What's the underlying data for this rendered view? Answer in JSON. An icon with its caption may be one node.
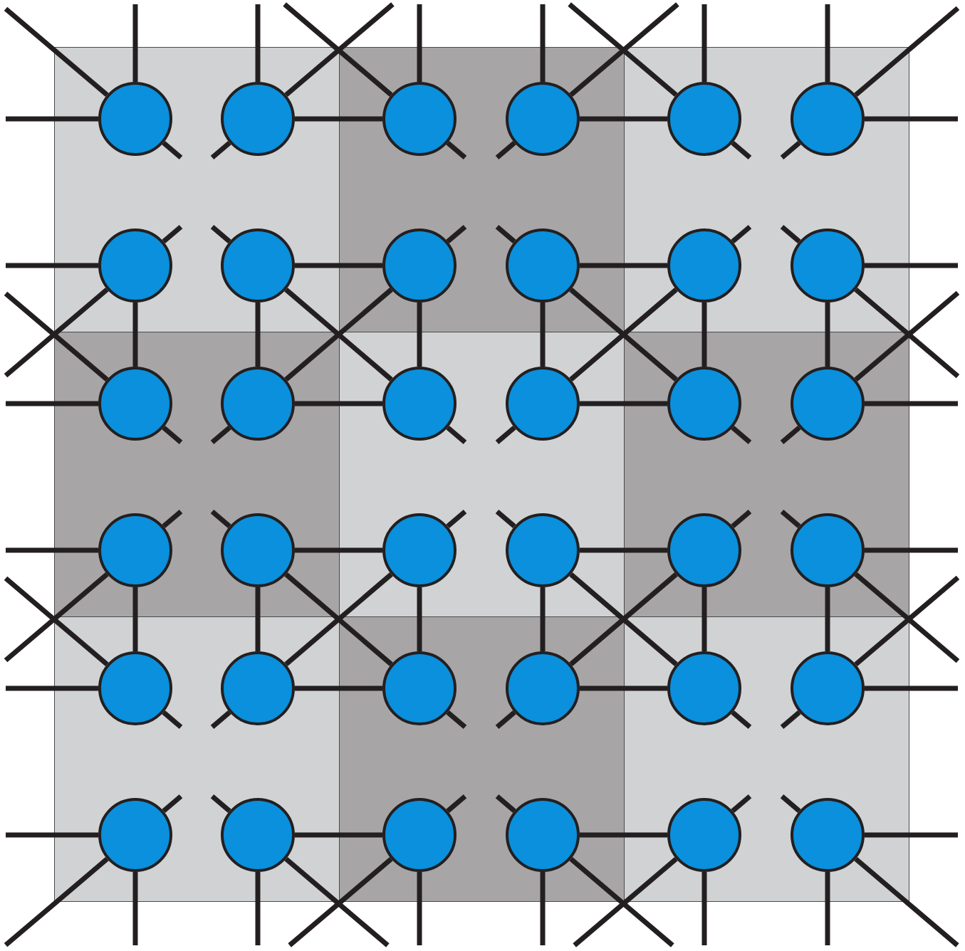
{
  "diagram": {
    "nodes": [
      {
        "text": [],
        "shape": "circle"
      },
      {
        "text": [],
        "shape": "circle"
      },
      {
        "text": [],
        "shape": "circle"
      },
      {
        "text": [],
        "shape": "circle"
      },
      {
        "text": [],
        "shape": "circle"
      },
      {
        "text": [],
        "shape": "circle"
      },
      {
        "text": [],
        "shape": "circle"
      },
      {
        "text": [],
        "shape": "circle"
      },
      {
        "text": [],
        "shape": "circle"
      },
      {
        "text": [],
        "shape": "circle"
      },
      {
        "text": [],
        "shape": "circle"
      },
      {
        "text": [],
        "shape": "circle"
      },
      {
        "text": [],
        "shape": "circle"
      },
      {
        "text": [],
        "shape": "circle"
      },
      {
        "text": [],
        "shape": "circle"
      },
      {
        "text": [],
        "shape": "circle"
      },
      {
        "text": [],
        "shape": "circle"
      },
      {
        "text": [],
        "shape": "circle"
      },
      {
        "text": [],
        "shape": "circle"
      },
      {
        "text": [],
        "shape": "circle"
      },
      {
        "text": [],
        "shape": "circle"
      },
      {
        "text": [],
        "shape": "circle"
      },
      {
        "text": [],
        "shape": "circle"
      },
      {
        "text": [],
        "shape": "circle"
      },
      {
        "text": [],
        "shape": "circle"
      },
      {
        "text": [],
        "shape": "circle"
      },
      {
        "text": [],
        "shape": "circle"
      },
      {
        "text": [],
        "shape": "circle"
      },
      {
        "text": [],
        "shape": "circle"
      },
      {
        "text": [],
        "shape": "circle"
      },
      {
        "text": [],
        "shape": "circle"
      },
      {
        "text": [],
        "shape": "circle"
      },
      {
        "text": [],
        "shape": "circle"
      },
      {
        "text": [],
        "shape": "circle"
      },
      {
        "text": [],
        "shape": "circle"
      },
      {
        "text": [],
        "shape": "circle"
      }
    ],
    "edges": [
      {
        "from": 1,
        "to": 2,
        "arrow": "none"
      },
      {
        "from": 3,
        "to": 4,
        "arrow": "none"
      },
      {
        "from": 7,
        "to": 8,
        "arrow": "none"
      },
      {
        "from": 9,
        "to": 10,
        "arrow": "none"
      },
      {
        "from": 13,
        "to": 14,
        "arrow": "none"
      },
      {
        "from": 15,
        "to": 16,
        "arrow": "none"
      },
      {
        "from": 19,
        "to": 20,
        "arrow": "none"
      },
      {
        "from": 21,
        "to": 22,
        "arrow": "none"
      },
      {
        "from": 25,
        "to": 26,
        "arrow": "none"
      },
      {
        "from": 27,
        "to": 28,
        "arrow": "none"
      },
      {
        "from": 31,
        "to": 32,
        "arrow": "none"
      },
      {
        "from": 33,
        "to": 34,
        "arrow": "none"
      },
      {
        "from": 6,
        "to": 12,
        "arrow": "none"
      },
      {
        "from": 18,
        "to": 24,
        "arrow": "none"
      },
      {
        "from": 7,
        "to": 13,
        "arrow": "none"
      },
      {
        "from": 19,
        "to": 25,
        "arrow": "none"
      },
      {
        "from": 8,
        "to": 14,
        "arrow": "none"
      },
      {
        "from": 20,
        "to": 26,
        "arrow": "none"
      },
      {
        "from": 9,
        "to": 15,
        "arrow": "none"
      },
      {
        "from": 21,
        "to": 27,
        "arrow": "none"
      },
      {
        "from": 10,
        "to": 16,
        "arrow": "none"
      },
      {
        "from": 22,
        "to": 28,
        "arrow": "none"
      },
      {
        "from": 11,
        "to": 17,
        "arrow": "none"
      },
      {
        "from": 23,
        "to": 29,
        "arrow": "none"
      },
      {
        "from": 7,
        "to": 14,
        "arrow": "none"
      },
      {
        "from": 8,
        "to": 13,
        "arrow": "none"
      },
      {
        "from": 9,
        "to": 16,
        "arrow": "none"
      },
      {
        "from": 10,
        "to": 15,
        "arrow": "none"
      },
      {
        "from": 19,
        "to": 26,
        "arrow": "none"
      },
      {
        "from": 20,
        "to": 25,
        "arrow": "none"
      },
      {
        "from": 21,
        "to": 28,
        "arrow": "none"
      },
      {
        "from": 22,
        "to": 27,
        "arrow": "none"
      },
      {
        "from": 0,
        "to": null,
        "arrow": "none"
      },
      {
        "from": 0,
        "to": null,
        "arrow": "none"
      },
      {
        "from": 0,
        "to": null,
        "arrow": "none"
      },
      {
        "from": 0,
        "to": null,
        "arrow": "none"
      },
      {
        "from": 1,
        "to": null,
        "arrow": "none"
      },
      {
        "from": 1,
        "to": null,
        "arrow": "none"
      },
      {
        "from": 1,
        "to": null,
        "arrow": "none"
      },
      {
        "from": 2,
        "to": null,
        "arrow": "none"
      },
      {
        "from": 2,
        "to": null,
        "arrow": "none"
      },
      {
        "from": 2,
        "to": null,
        "arrow": "none"
      },
      {
        "from": 3,
        "to": null,
        "arrow": "none"
      },
      {
        "from": 3,
        "to": null,
        "arrow": "none"
      },
      {
        "from": 3,
        "to": null,
        "arrow": "none"
      },
      {
        "from": 4,
        "to": null,
        "arrow": "none"
      },
      {
        "from": 4,
        "to": null,
        "arrow": "none"
      },
      {
        "from": 4,
        "to": null,
        "arrow": "none"
      },
      {
        "from": 5,
        "to": null,
        "arrow": "none"
      },
      {
        "from": 5,
        "to": null,
        "arrow": "none"
      },
      {
        "from": 5,
        "to": null,
        "arrow": "none"
      },
      {
        "from": 5,
        "to": null,
        "arrow": "none"
      },
      {
        "from": 6,
        "to": null,
        "arrow": "none"
      },
      {
        "from": 6,
        "to": null,
        "arrow": "none"
      },
      {
        "from": 6,
        "to": null,
        "arrow": "none"
      },
      {
        "from": 7,
        "to": null,
        "arrow": "none"
      },
      {
        "from": 8,
        "to": null,
        "arrow": "none"
      },
      {
        "from": 9,
        "to": null,
        "arrow": "none"
      },
      {
        "from": 10,
        "to": null,
        "arrow": "none"
      },
      {
        "from": 11,
        "to": null,
        "arrow": "none"
      },
      {
        "from": 11,
        "to": null,
        "arrow": "none"
      },
      {
        "from": 11,
        "to": null,
        "arrow": "none"
      },
      {
        "from": 12,
        "to": null,
        "arrow": "none"
      },
      {
        "from": 12,
        "to": null,
        "arrow": "none"
      },
      {
        "from": 12,
        "to": null,
        "arrow": "none"
      },
      {
        "from": 13,
        "to": null,
        "arrow": "none"
      },
      {
        "from": 14,
        "to": null,
        "arrow": "none"
      },
      {
        "from": 15,
        "to": null,
        "arrow": "none"
      },
      {
        "from": 16,
        "to": null,
        "arrow": "none"
      },
      {
        "from": 17,
        "to": null,
        "arrow": "none"
      },
      {
        "from": 17,
        "to": null,
        "arrow": "none"
      },
      {
        "from": 17,
        "to": null,
        "arrow": "none"
      },
      {
        "from": 18,
        "to": null,
        "arrow": "none"
      },
      {
        "from": 18,
        "to": null,
        "arrow": "none"
      },
      {
        "from": 18,
        "to": null,
        "arrow": "none"
      },
      {
        "from": 19,
        "to": null,
        "arrow": "none"
      },
      {
        "from": 20,
        "to": null,
        "arrow": "none"
      },
      {
        "from": 21,
        "to": null,
        "arrow": "none"
      },
      {
        "from": 22,
        "to": null,
        "arrow": "none"
      },
      {
        "from": 23,
        "to": null,
        "arrow": "none"
      },
      {
        "from": 23,
        "to": null,
        "arrow": "none"
      },
      {
        "from": 23,
        "to": null,
        "arrow": "none"
      },
      {
        "from": 24,
        "to": null,
        "arrow": "none"
      },
      {
        "from": 24,
        "to": null,
        "arrow": "none"
      },
      {
        "from": 24,
        "to": null,
        "arrow": "none"
      },
      {
        "from": 25,
        "to": null,
        "arrow": "none"
      },
      {
        "from": 26,
        "to": null,
        "arrow": "none"
      },
      {
        "from": 27,
        "to": null,
        "arrow": "none"
      },
      {
        "from": 28,
        "to": null,
        "arrow": "none"
      },
      {
        "from": 29,
        "to": null,
        "arrow": "none"
      },
      {
        "from": 29,
        "to": null,
        "arrow": "none"
      },
      {
        "from": 29,
        "to": null,
        "arrow": "none"
      },
      {
        "from": 30,
        "to": null,
        "arrow": "none"
      },
      {
        "from": 30,
        "to": null,
        "arrow": "none"
      },
      {
        "from": 30,
        "to": null,
        "arrow": "none"
      },
      {
        "from": 30,
        "to": null,
        "arrow": "none"
      },
      {
        "from": 31,
        "to": null,
        "arrow": "none"
      },
      {
        "from": 31,
        "to": null,
        "arrow": "none"
      },
      {
        "from": 31,
        "to": null,
        "arrow": "none"
      },
      {
        "from": 32,
        "to": null,
        "arrow": "none"
      },
      {
        "from": 32,
        "to": null,
        "arrow": "none"
      },
      {
        "from": 32,
        "to": null,
        "arrow": "none"
      },
      {
        "from": 33,
        "to": null,
        "arrow": "none"
      },
      {
        "from": 33,
        "to": null,
        "arrow": "none"
      },
      {
        "from": 33,
        "to": null,
        "arrow": "none"
      },
      {
        "from": 34,
        "to": null,
        "arrow": "none"
      },
      {
        "from": 34,
        "to": null,
        "arrow": "none"
      },
      {
        "from": 34,
        "to": null,
        "arrow": "none"
      },
      {
        "from": 35,
        "to": null,
        "arrow": "none"
      },
      {
        "from": 35,
        "to": null,
        "arrow": "none"
      },
      {
        "from": 35,
        "to": null,
        "arrow": "none"
      },
      {
        "from": 35,
        "to": null,
        "arrow": "none"
      }
    ]
  }
}
